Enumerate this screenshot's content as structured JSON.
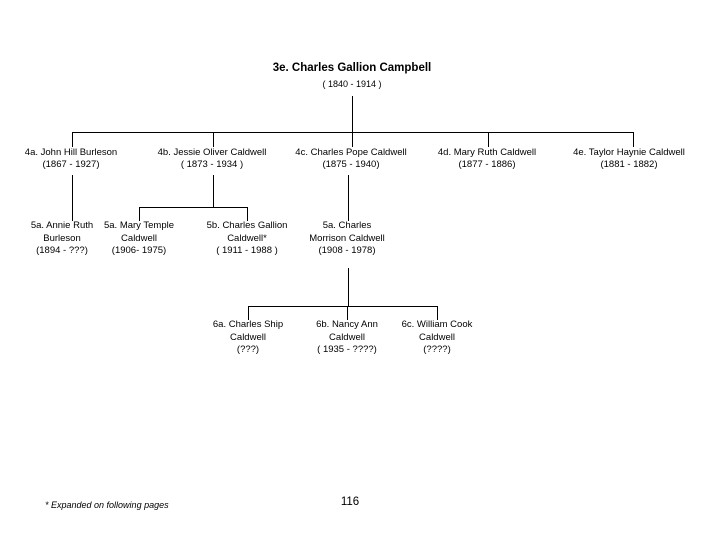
{
  "page": {
    "footnote": "* Expanded on following pages",
    "page_number": "116"
  },
  "tree": {
    "root": {
      "name": "3e. Charles Gallion Campbell",
      "dates": "( 1840 - 1914 )"
    },
    "gen4": [
      {
        "name": "4a. John Hill Burleson",
        "dates": "(1867 - 1927)"
      },
      {
        "name": "4b. Jessie Oliver Caldwell",
        "dates": "( 1873 - 1934 )"
      },
      {
        "name": "4c. Charles Pope Caldwell",
        "dates": "(1875 - 1940)"
      },
      {
        "name": "4d. Mary Ruth Caldwell",
        "dates": "(1877 - 1886)"
      },
      {
        "name": "4e. Taylor Haynie Caldwell",
        "dates": "(1881 - 1882)"
      }
    ],
    "gen5": [
      {
        "line1": "5a. Annie Ruth",
        "line2": "Burleson",
        "dates": "(1894 - ???)"
      },
      {
        "line1": "5a. Mary Temple",
        "line2": "Caldwell",
        "dates": "(1906- 1975)"
      },
      {
        "line1": "5b. Charles Gallion",
        "line2": "Caldwell*",
        "dates": "( 1911 - 1988 )"
      },
      {
        "line1": "5a. Charles",
        "line2": "Morrison Caldwell",
        "dates": "(1908 - 1978)"
      }
    ],
    "gen6": [
      {
        "line1": "6a. Charles Ship",
        "line2": "Caldwell",
        "dates": "(???)"
      },
      {
        "line1": "6b. Nancy Ann",
        "line2": "Caldwell",
        "dates": "( 1935 - ????)"
      },
      {
        "line1": "6c. William Cook",
        "line2": "Caldwell",
        "dates": "(????)"
      }
    ]
  }
}
